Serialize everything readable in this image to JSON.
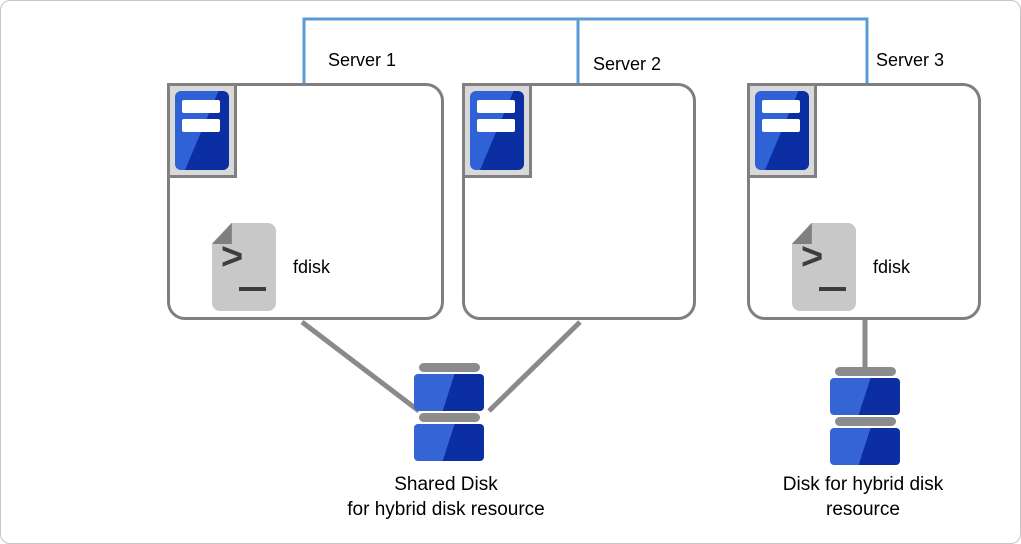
{
  "colors": {
    "canvas_border": "#C6C6C6",
    "connector_blue": "#5B9BD5",
    "line_gray": "#8A8A8A",
    "box_border_gray": "#7F7F7F",
    "icon_frame_fill": "#D9D9D9",
    "icon_frame_border": "#808080",
    "server_blue_light": "#2F62D6",
    "server_blue_dark": "#0B2FA3",
    "disk_bar_gray": "#8C8C8C",
    "disk_blue_light": "#3565D4",
    "disk_blue_dark": "#0B2FA3",
    "doc_fill": "#C8C8C8",
    "doc_fold": "#7F7F7F",
    "doc_glyph": "#3D3D3D",
    "text": "#000000"
  },
  "diagram": {
    "servers": [
      {
        "label": "Server 1",
        "fdisk_label": "fdisk"
      },
      {
        "label": "Server 2"
      },
      {
        "label": "Server 3",
        "fdisk_label": "fdisk"
      }
    ],
    "prompt_glyph": ">",
    "shared_disk_caption": [
      "Shared Disk",
      "for hybrid disk resource"
    ],
    "single_disk_caption": [
      "Disk for hybrid disk",
      "resource"
    ]
  }
}
